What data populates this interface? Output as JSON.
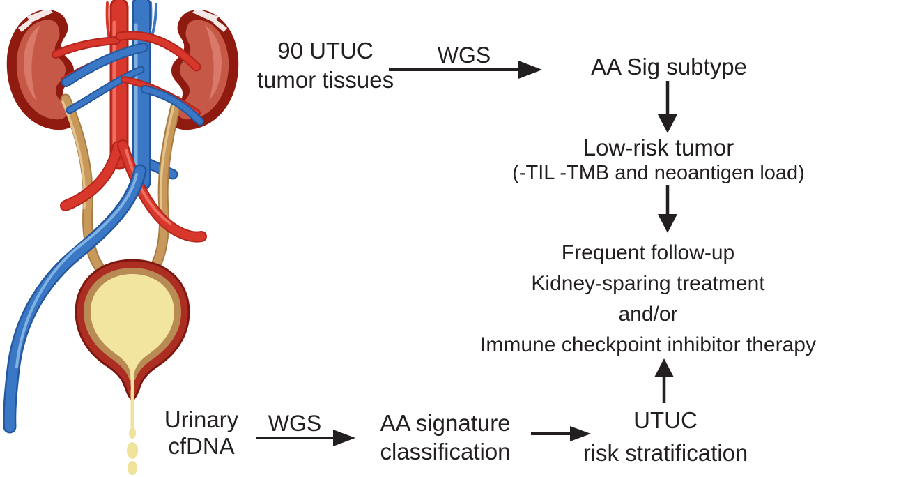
{
  "figure": {
    "tissue_flow": {
      "source_line1": "90 UTUC",
      "source_line2": "tumor tissues",
      "wgs_label": "WGS",
      "subtype_label": "AA Sig subtype",
      "risk_label": "Low-risk tumor",
      "risk_detail": "(-TIL -TMB and neoantigen load)",
      "management": [
        "Frequent follow-up",
        "Kidney-sparing treatment",
        "and/or",
        "Immune checkpoint inhibitor therapy"
      ]
    },
    "cfdna_flow": {
      "source_line1": "Urinary",
      "source_line2": "cfDNA",
      "wgs_label": "WGS",
      "classification_line1": "AA signature",
      "classification_line2": "classification",
      "stratification_line1": "UTUC",
      "stratification_line2": "risk stratification"
    },
    "illustration": {
      "name": "urinary-system-illustration",
      "colors": {
        "ink": "#231f20",
        "kidney_dark": "#8e1a10",
        "kidney_mid": "#c65847",
        "kidney_light": "#d8796a",
        "artery_red": "#d8382c",
        "artery_dark": "#b2241c",
        "artery_light": "#ed6f60",
        "vein_blue": "#3a77c4",
        "vein_dark": "#24579e",
        "vein_light": "#7fb2e2",
        "ureter_tan": "#c9995c",
        "ureter_dark": "#a87c42",
        "ureter_light": "#e3c48c",
        "bladder_wall": "#ac2e22",
        "bladder_wall_dark": "#7d160e",
        "bladder_muscle": "#b98b54",
        "urine_yellow": "#f2e5a0",
        "urine_stream": "#efe29b"
      }
    }
  }
}
